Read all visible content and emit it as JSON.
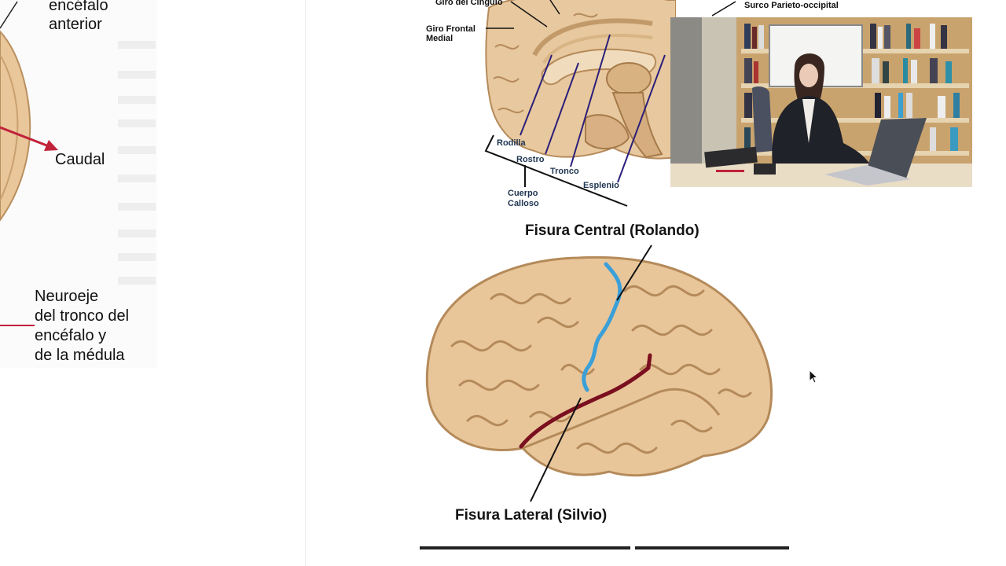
{
  "left_figure": {
    "label_anterior": [
      "encéfalo",
      "anterior"
    ],
    "label_caudal": "Caudal",
    "label_neuroeje": [
      "Neuroeje",
      "del tronco del",
      "encéfalo y",
      "de la médula"
    ]
  },
  "medial_view": {
    "label_cingulo": "Giro del Cíngulo",
    "label_frontal_medial": [
      "Giro Frontal",
      "Medial"
    ],
    "label_parieto_occipital": "Surco Parieto-occipital",
    "label_rodilla": "Rodilla",
    "label_rostro": "Rostro",
    "label_tronco": "Tronco",
    "label_esplenio": "Esplenio",
    "label_cuerpo_calloso": [
      "Cuerpo",
      "Calloso"
    ]
  },
  "lateral_view": {
    "label_central": "Fisura Central (Rolando)",
    "label_lateral": "Fisura Lateral (Silvio)"
  },
  "colors": {
    "brain_fill": "#e6c49a",
    "gyri_stroke": "#b58a5a",
    "central_fissure": "#3b9fd8",
    "lateral_fissure": "#7a0f1f",
    "pointer_lines": "#2a1f7a",
    "arrow_red": "#c0223a"
  }
}
